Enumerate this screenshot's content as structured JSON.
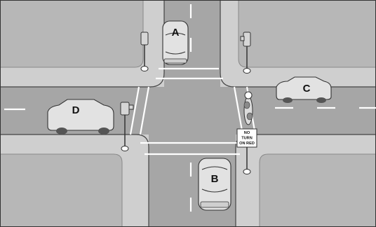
{
  "cars": {
    "a": {
      "label": "A"
    },
    "b": {
      "label": "B"
    },
    "c": {
      "label": "C"
    },
    "d": {
      "label": "D"
    }
  },
  "sign": {
    "line1": "NO",
    "line2": "TURN",
    "line3": "ON RED"
  },
  "colors": {
    "road": "#a6a6a6",
    "sidewalk": "#cfcfcf",
    "block": "#b7b7b7",
    "car": "#e2e2e2",
    "marking": "#ffffff"
  }
}
